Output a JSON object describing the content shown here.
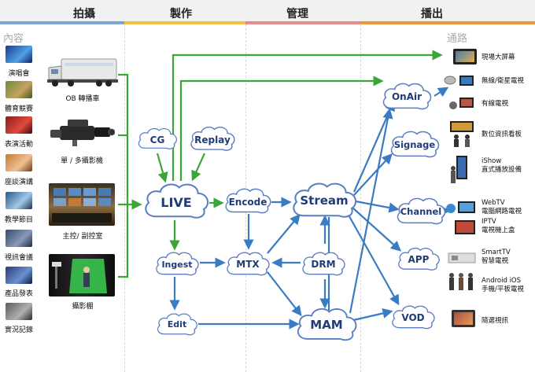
{
  "stages": [
    {
      "label": "拍攝",
      "color": "#7fa4d8"
    },
    {
      "label": "製作",
      "color": "#f3c13a"
    },
    {
      "label": "管理",
      "color": "#e88b8b"
    },
    {
      "label": "播出",
      "color": "#f0953c"
    }
  ],
  "left_title": "內容",
  "right_title": "通路",
  "content_items": [
    "演唱會",
    "體育競賽",
    "表演活動",
    "座談演講",
    "教學節目",
    "視訊會議",
    "產品發表",
    "實況記錄"
  ],
  "equipment": {
    "ob_van": "OB 轉播車",
    "camera": "單 / 多攝影機",
    "control_room": "主控/ 副控室",
    "studio": "攝影棚"
  },
  "nodes": {
    "cg": "CG",
    "replay": "Replay",
    "live": "LIVE",
    "encode": "Encode",
    "stream": "Stream",
    "ingest": "Ingest",
    "mtx": "MTX",
    "drm": "DRM",
    "edit": "Edit",
    "mam": "MAM",
    "onair": "OnAir",
    "signage": "Signage",
    "channel": "Channel",
    "app": "APP",
    "vod": "VOD"
  },
  "outlets": {
    "screen": "現場大屏幕",
    "wireless": "無線/衛星電視",
    "cable": "有線電視",
    "signage_board": "數位資訊看板",
    "ishow": [
      "iShow",
      "直式播放設備"
    ],
    "webtv": [
      "WebTV",
      "電腦網路電視"
    ],
    "iptv": [
      "IPTV",
      "電視機上盒"
    ],
    "smarttv": [
      "SmartTV",
      "智慧電視"
    ],
    "mobile": [
      "Android  iOS",
      "手機/平板電視"
    ],
    "ondemand": "隨選視訊"
  },
  "colors": {
    "green": "#3aa635",
    "blue": "#3a7cc4",
    "node_text": "#1f3b78"
  }
}
